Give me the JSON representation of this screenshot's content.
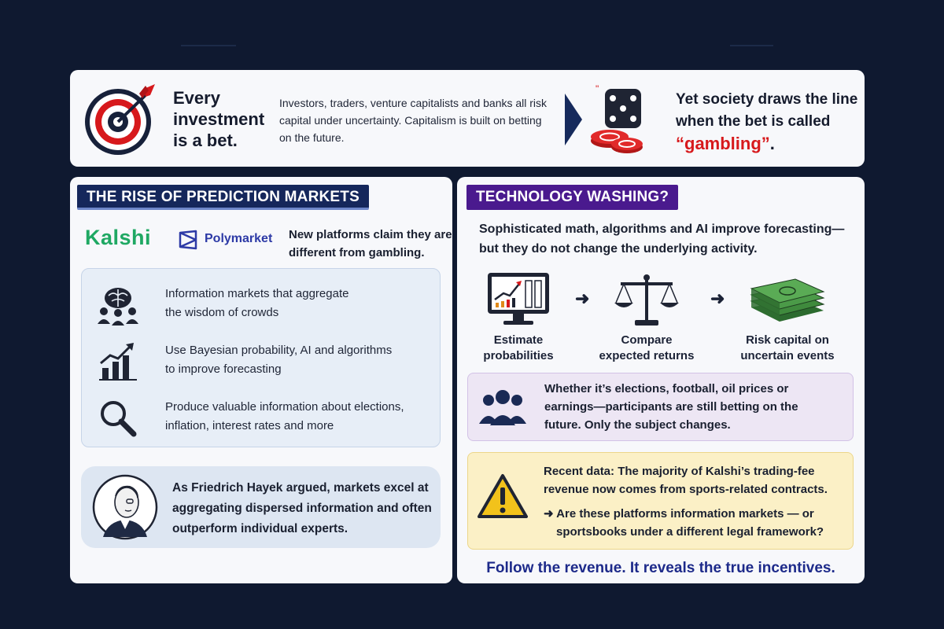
{
  "top": {
    "headline_lines": [
      "Every",
      "investment",
      "is a bet."
    ],
    "intro_lines": [
      "Investors, traders, venture capitalists and banks all risk",
      "capital under uncertainty. Capitalism is built on betting",
      "on the future."
    ],
    "society_lines": [
      "Yet society draws the line",
      "when the bet is called"
    ],
    "gambling_word": "“gambling”",
    "gambling_period": ".",
    "icons": [
      "target-arrow-icon",
      "chevron-right-icon",
      "dice-chips-icon"
    ],
    "colors": {
      "accent_red": "#d7191c"
    }
  },
  "left": {
    "banner": "THE RISE OF PREDICTION MARKETS",
    "logos": {
      "kalshi": "Kalshi",
      "polymarket": "Polymarket"
    },
    "claim_lines": [
      "New platforms claim they are",
      "different from gambling."
    ],
    "features": [
      {
        "icon": "brain-crowd-icon",
        "lines": [
          "Information markets that aggregate",
          "the wisdom of crowds"
        ]
      },
      {
        "icon": "bar-chart-growth-icon",
        "lines": [
          "Use Bayesian probability, AI and algorithms",
          "to improve forecasting"
        ]
      },
      {
        "icon": "magnifier-icon",
        "lines": [
          "Produce valuable information about elections,",
          "inflation, interest rates and more"
        ]
      }
    ],
    "hayek_lines": [
      "As Friedrich Hayek argued, markets excel at",
      "aggregating dispersed information and often",
      "outperform individual experts."
    ],
    "colors": {
      "banner_bg": "#15275b",
      "kalshi_green": "#1fa863",
      "polymarket_blue": "#2d3aa6"
    }
  },
  "right": {
    "banner": "TECHNOLOGY WASHING?",
    "intro_lines": [
      "Sophisticated math, algorithms and AI improve forecasting—",
      "but they do not change the underlying activity."
    ],
    "steps": [
      {
        "icon": "monitor-chart-icon",
        "lines": [
          "Estimate",
          "probabilities"
        ]
      },
      {
        "icon": "scale-icon",
        "lines": [
          "Compare",
          "expected returns"
        ]
      },
      {
        "icon": "cash-stack-icon",
        "lines": [
          "Risk capital on",
          "uncertain events"
        ]
      }
    ],
    "people_lines": [
      "Whether it’s elections, football, oil prices or",
      "earnings—participants are still betting on the",
      "future. Only the subject changes."
    ],
    "warning_lines": [
      "Recent data: The majority of Kalshi’s trading-fee",
      "revenue now comes from sports-related contracts."
    ],
    "question_lines": [
      "➜ Are these platforms information markets — or",
      "sportsbooks under a different legal framework?"
    ],
    "closing": "Follow the revenue. It reveals the true incentives.",
    "colors": {
      "banner_bg": "#4a1a8e",
      "closing": "#1d2a8a",
      "warning_yellow": "#f2c21b"
    }
  }
}
